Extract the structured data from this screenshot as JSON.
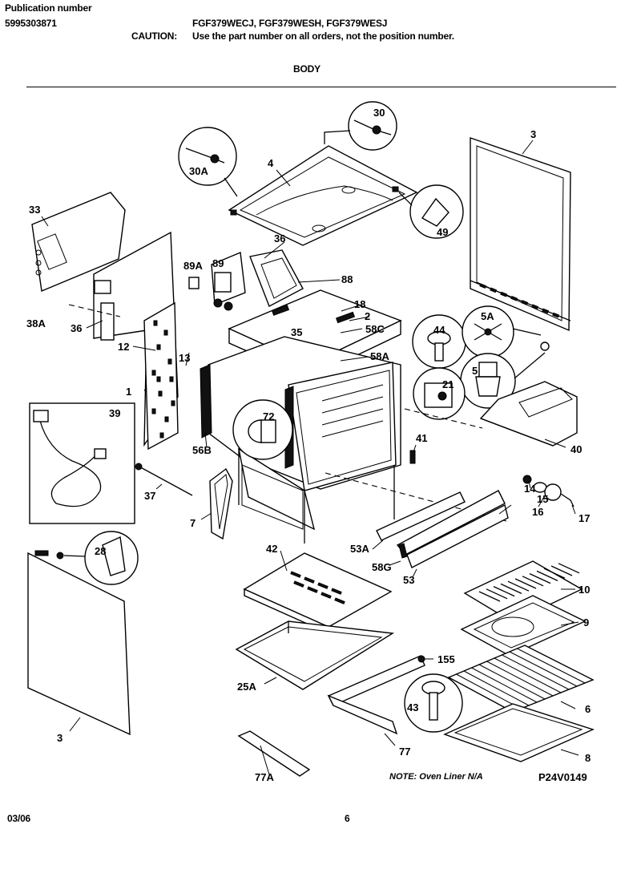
{
  "header": {
    "pub_label": "Publication number",
    "pub_number": "5995303871",
    "models": "FGF379WECJ, FGF379WESH, FGF379WESJ",
    "caution_label": "CAUTION:",
    "caution_text": "Use the part number on all orders, not the position number.",
    "section": "BODY"
  },
  "footer": {
    "date": "03/06",
    "page": "6"
  },
  "diagram": {
    "note": "NOTE: Oven Liner N/A",
    "code": "P24V0149",
    "labels": {
      "l30": "30",
      "l30A": "30A",
      "l4": "4",
      "l49": "49",
      "l3a": "3",
      "l33": "33",
      "l36a": "36",
      "l89A": "89A",
      "l89": "89",
      "l88": "88",
      "l38A": "38A",
      "l36b": "36",
      "l18": "18",
      "l2": "2",
      "l35": "35",
      "l58C": "58C",
      "l12": "12",
      "l44": "44",
      "l5A": "5A",
      "l58A": "58A",
      "l13": "13",
      "l5": "5",
      "l21": "21",
      "l1": "1",
      "l39": "39",
      "l72": "72",
      "l56B": "56B",
      "l41": "41",
      "l40": "40",
      "l37": "37",
      "l14": "14",
      "l15": "15",
      "l16": "16",
      "l17": "17",
      "l7": "7",
      "l28": "28",
      "l42": "42",
      "l53A": "53A",
      "l58G": "58G",
      "l53": "53",
      "l10": "10",
      "l9": "9",
      "l25A": "25A",
      "l155": "155",
      "l43": "43",
      "l6": "6",
      "l3b": "3",
      "l77": "77",
      "l8": "8",
      "l77A": "77A"
    }
  }
}
